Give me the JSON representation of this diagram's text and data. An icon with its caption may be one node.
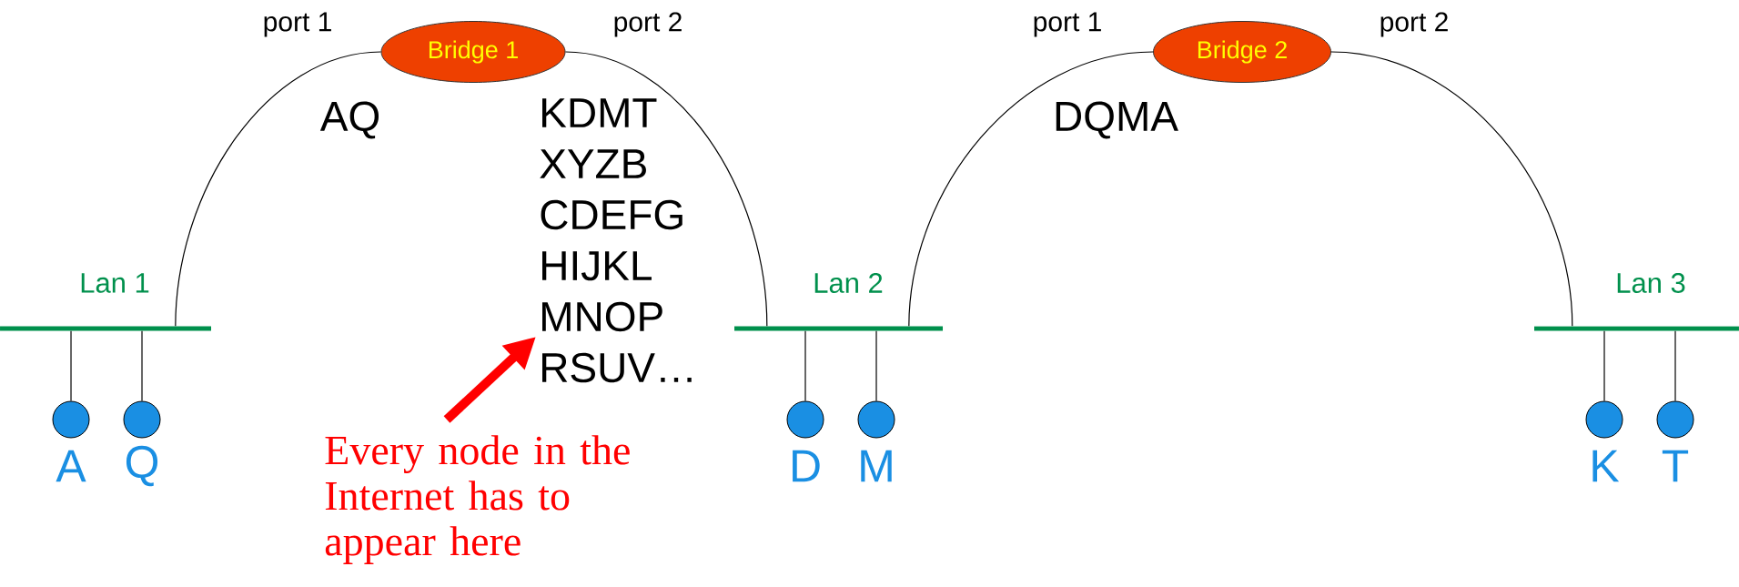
{
  "diagram": {
    "nodes": [
      {
        "text": [
          "Bridge 1"
        ]
      },
      {
        "text": [
          "Bridge 2"
        ]
      },
      {
        "text": [
          "Lan 1"
        ]
      },
      {
        "text": [
          "Lan 2"
        ]
      },
      {
        "text": [
          "Lan 3"
        ]
      },
      {
        "text": [],
        "shape": "circle",
        "beside": [
          "A"
        ]
      },
      {
        "text": [],
        "shape": "circle",
        "beside": [
          "Q"
        ]
      },
      {
        "text": [],
        "shape": "circle",
        "beside": [
          "D"
        ]
      },
      {
        "text": [],
        "shape": "circle",
        "beside": [
          "M"
        ]
      },
      {
        "text": [],
        "shape": "circle",
        "beside": [
          "K"
        ]
      },
      {
        "text": [],
        "shape": "circle",
        "beside": [
          "T"
        ]
      },
      {
        "text": [
          "KDMT",
          "XYZB",
          "CDEFG",
          "HIJKL",
          "MNOP",
          "RSUV…"
        ]
      },
      {
        "text": [
          "Every node in the Internet has to appear here"
        ]
      }
    ],
    "edges": [
      {
        "from": 0,
        "to": 2,
        "arrow": "none"
      },
      {
        "from": 0,
        "to": 3,
        "arrow": "none"
      },
      {
        "from": 1,
        "to": 3,
        "arrow": "none"
      },
      {
        "from": 1,
        "to": 4,
        "arrow": "none"
      },
      {
        "from": 2,
        "to": 5,
        "arrow": "none"
      },
      {
        "from": 2,
        "to": 6,
        "arrow": "none"
      },
      {
        "from": 3,
        "to": 7,
        "arrow": "none"
      },
      {
        "from": 3,
        "to": 8,
        "arrow": "none"
      },
      {
        "from": 4,
        "to": 9,
        "arrow": "none"
      },
      {
        "from": 4,
        "to": 10,
        "arrow": "none"
      },
      {
        "from": 12,
        "to": 11,
        "arrow": "to",
        "style": "thick",
        "color": "#ff0000"
      }
    ],
    "labels": [
      "port 1",
      "port 2",
      "port 1",
      "port 2",
      "AQ",
      "DQMA"
    ]
  }
}
